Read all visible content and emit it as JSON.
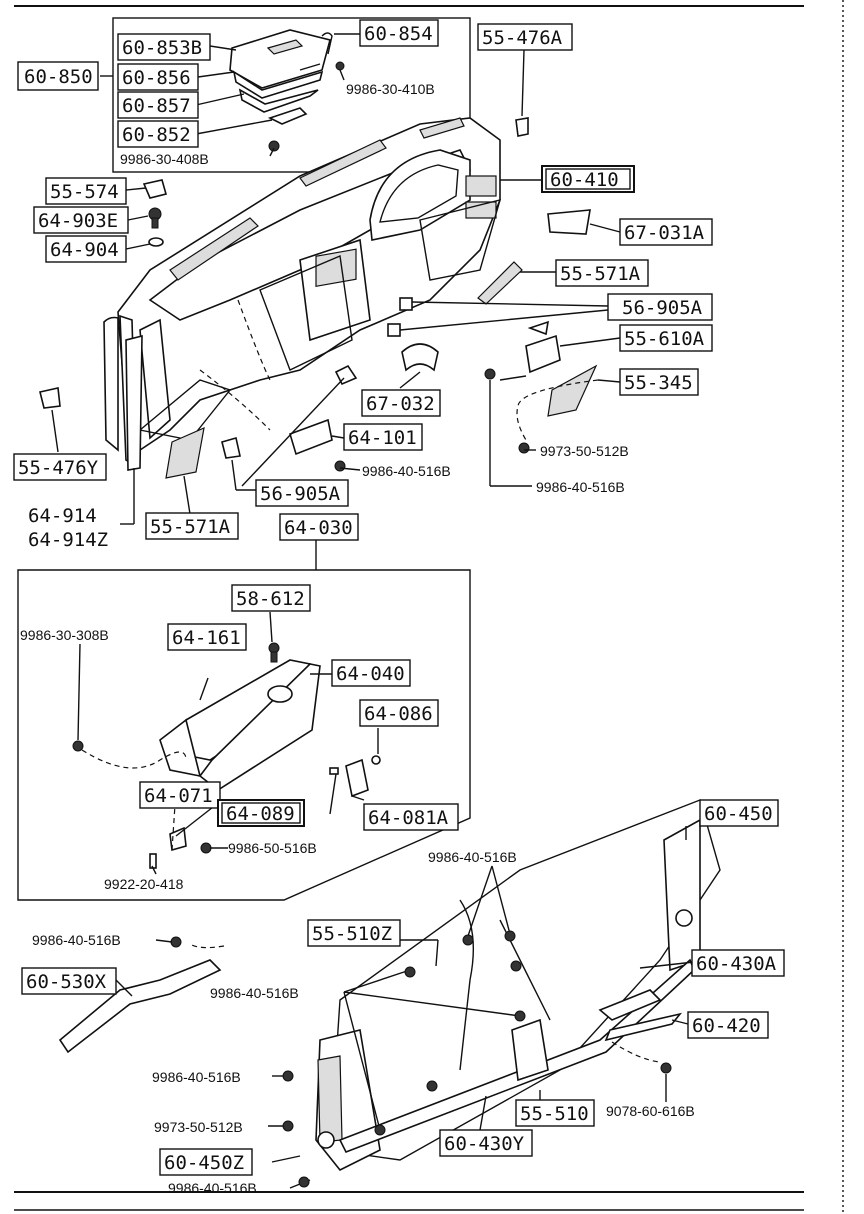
{
  "labels": {
    "p60_850": "60-850",
    "p60_853B": "60-853B",
    "p60_854": "60-854",
    "p60_856": "60-856",
    "p60_857": "60-857",
    "p60_852": "60-852",
    "b9986_30_410B": "9986-30-410B",
    "b9986_30_408B": "9986-30-408B",
    "p55_476A": "55-476A",
    "p60_410": "60-410",
    "p55_574": "55-574",
    "p64_903E": "64-903E",
    "p64_904": "64-904",
    "p67_031A": "67-031A",
    "p55_571A_right": "55-571A",
    "p56_905A_right": "56-905A",
    "p55_610A": "55-610A",
    "p55_345": "55-345",
    "p67_032": "67-032",
    "p64_101": "64-101",
    "b9986_40_516B_a": "9986-40-516B",
    "b9973_50_512B_a": "9973-50-512B",
    "b9986_40_516B_b": "9986-40-516B",
    "p55_476Y": "55-476Y",
    "p56_905A_left": "56-905A",
    "p64_914": "64-914",
    "p64_914Z": "64-914Z",
    "p55_571A_left": "55-571A",
    "p64_030": "64-030",
    "p58_612": "58-612",
    "b9986_30_308B": "9986-30-308B",
    "p64_161": "64-161",
    "p64_040": "64-040",
    "p64_086": "64-086",
    "p64_071": "64-071",
    "p64_089": "64-089",
    "p64_081A": "64-081A",
    "b9986_50_516B": "9986-50-516B",
    "b9922_20_418": "9922-20-418",
    "p60_450": "60-450",
    "b9986_40_516B_c": "9986-40-516B",
    "p55_510Z": "55-510Z",
    "b9986_40_516B_d": "9986-40-516B",
    "p60_530X": "60-530X",
    "b9986_40_516B_e": "9986-40-516B",
    "p60_430A": "60-430A",
    "p60_420": "60-420",
    "b9986_40_516B_f": "9986-40-516B",
    "b9078_60_616B": "9078-60-616B",
    "b9973_50_512B_b": "9973-50-512B",
    "p55_510": "55-510",
    "p60_450Z": "60-450Z",
    "p60_430Y": "60-430Y",
    "b9986_40_516B_g": "9986-40-516B"
  }
}
